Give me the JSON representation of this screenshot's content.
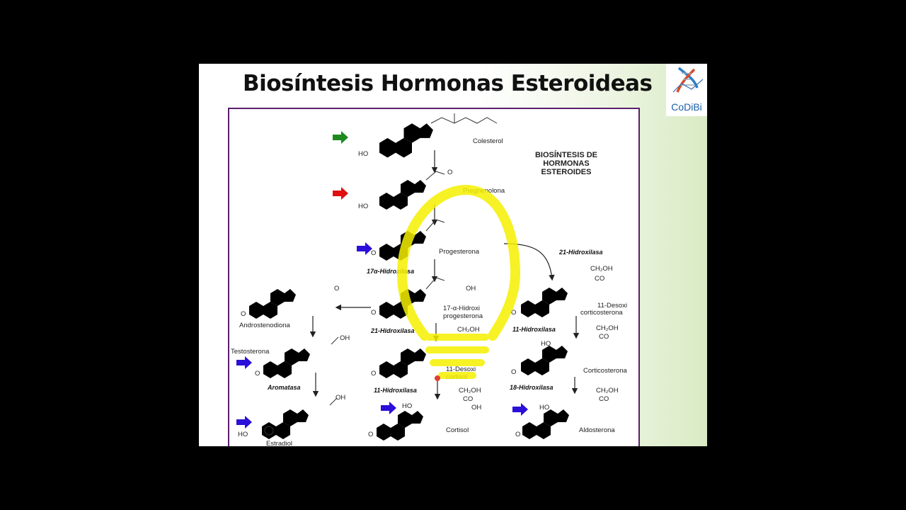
{
  "slide": {
    "title": "Biosíntesis Hormonas Esteroideas",
    "logo_text": "CoDiBi"
  },
  "diagram": {
    "title_lines": [
      "BIOSÍNTESIS DE",
      "HORMONAS",
      "ESTEROIDES"
    ],
    "compounds": {
      "colesterol": "Colesterol",
      "pregnenolona": "Pregnenolona",
      "progesterona": "Progesterona",
      "hidroxi17_a": "17-α-Hidroxi",
      "hidroxi17_b": "progesterona",
      "desoxi11_a": "11-Desoxi",
      "desoxi11_b": "corticosterona",
      "androstenodiona": "Androstenodiona",
      "testosterona": "Testosterona",
      "desoxicortisol_a": "11-Desoxi",
      "desoxicortisol_b": "cortisol",
      "corticosterona": "Corticosterona",
      "estradiol": "Estradiol",
      "cortisol": "Cortisol",
      "aldosterona": "Aldosterona"
    },
    "enzymes": {
      "hidroxilasa17": "17α-Hidroxilasa",
      "hidroxilasa21_top": "21-Hidroxilasa",
      "hidroxilasa21_mid": "21-Hidroxilasa",
      "hidroxilasa11_right": "11-Hidroxilasa",
      "hidroxilasa11_mid": "11-Hidroxilasa",
      "aromatasa": "Aromatasa",
      "hidroxilasa18": "18-Hidroxilasa"
    },
    "groups": {
      "ho": "HO",
      "o": "O",
      "oh": "OH",
      "ch2oh": "CH₂OH",
      "co": "CO"
    },
    "colors": {
      "frame": "#5a1f6e",
      "arrow_green": "#1e8a1e",
      "arrow_red": "#e01010",
      "arrow_blue": "#2a10d8",
      "bulb": "#f5f000"
    }
  }
}
